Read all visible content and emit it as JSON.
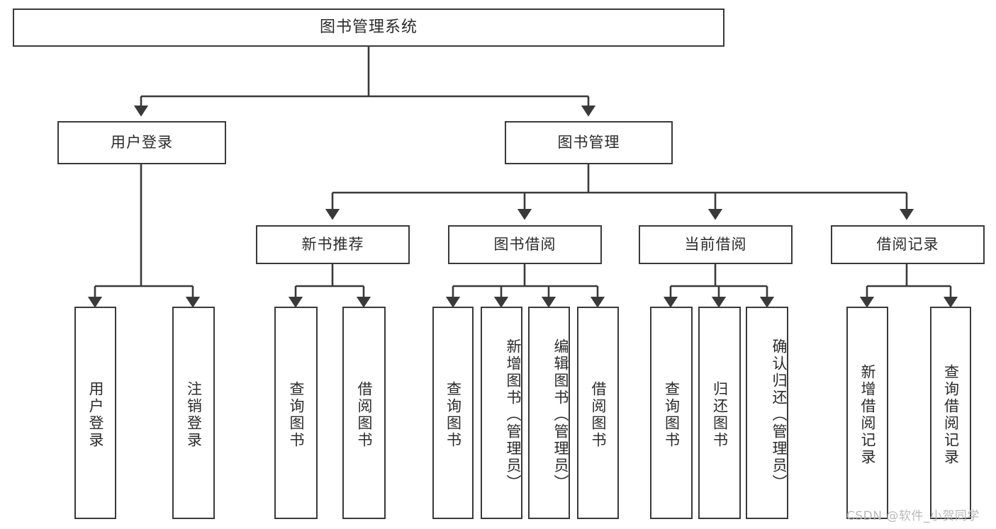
{
  "diagram": {
    "type": "hierarchy-tree",
    "title": "图书管理系统",
    "levels": 4,
    "root": {
      "label": "图书管理系统"
    },
    "level2": [
      {
        "label": "用户登录"
      },
      {
        "label": "图书管理"
      }
    ],
    "level3": [
      {
        "label": "新书推荐"
      },
      {
        "label": "图书借阅"
      },
      {
        "label": "当前借阅"
      },
      {
        "label": "借阅记录"
      }
    ],
    "leaves": {
      "user_login": [
        {
          "label": "用户登录"
        },
        {
          "label": "注销登录"
        }
      ],
      "new_book_recommend": [
        {
          "label": "查询图书"
        },
        {
          "label": "借阅图书"
        }
      ],
      "book_borrow": [
        {
          "label": "查询图书"
        },
        {
          "label": "新增图书（管理员）"
        },
        {
          "label": "编辑图书（管理员）"
        },
        {
          "label": "借阅图书"
        }
      ],
      "current_borrow": [
        {
          "label": "查询图书"
        },
        {
          "label": "归还图书"
        },
        {
          "label": "确认归还（管理员）"
        }
      ],
      "borrow_record": [
        {
          "label": "新增借阅记录"
        },
        {
          "label": "查询借阅记录"
        }
      ]
    }
  },
  "watermark": {
    "text": "CSDN @软件_小贺同学"
  },
  "colors": {
    "border": "#3a3a3a",
    "text": "#2b2b2b",
    "background": "#ffffff",
    "watermark": "#b9b9b9"
  }
}
